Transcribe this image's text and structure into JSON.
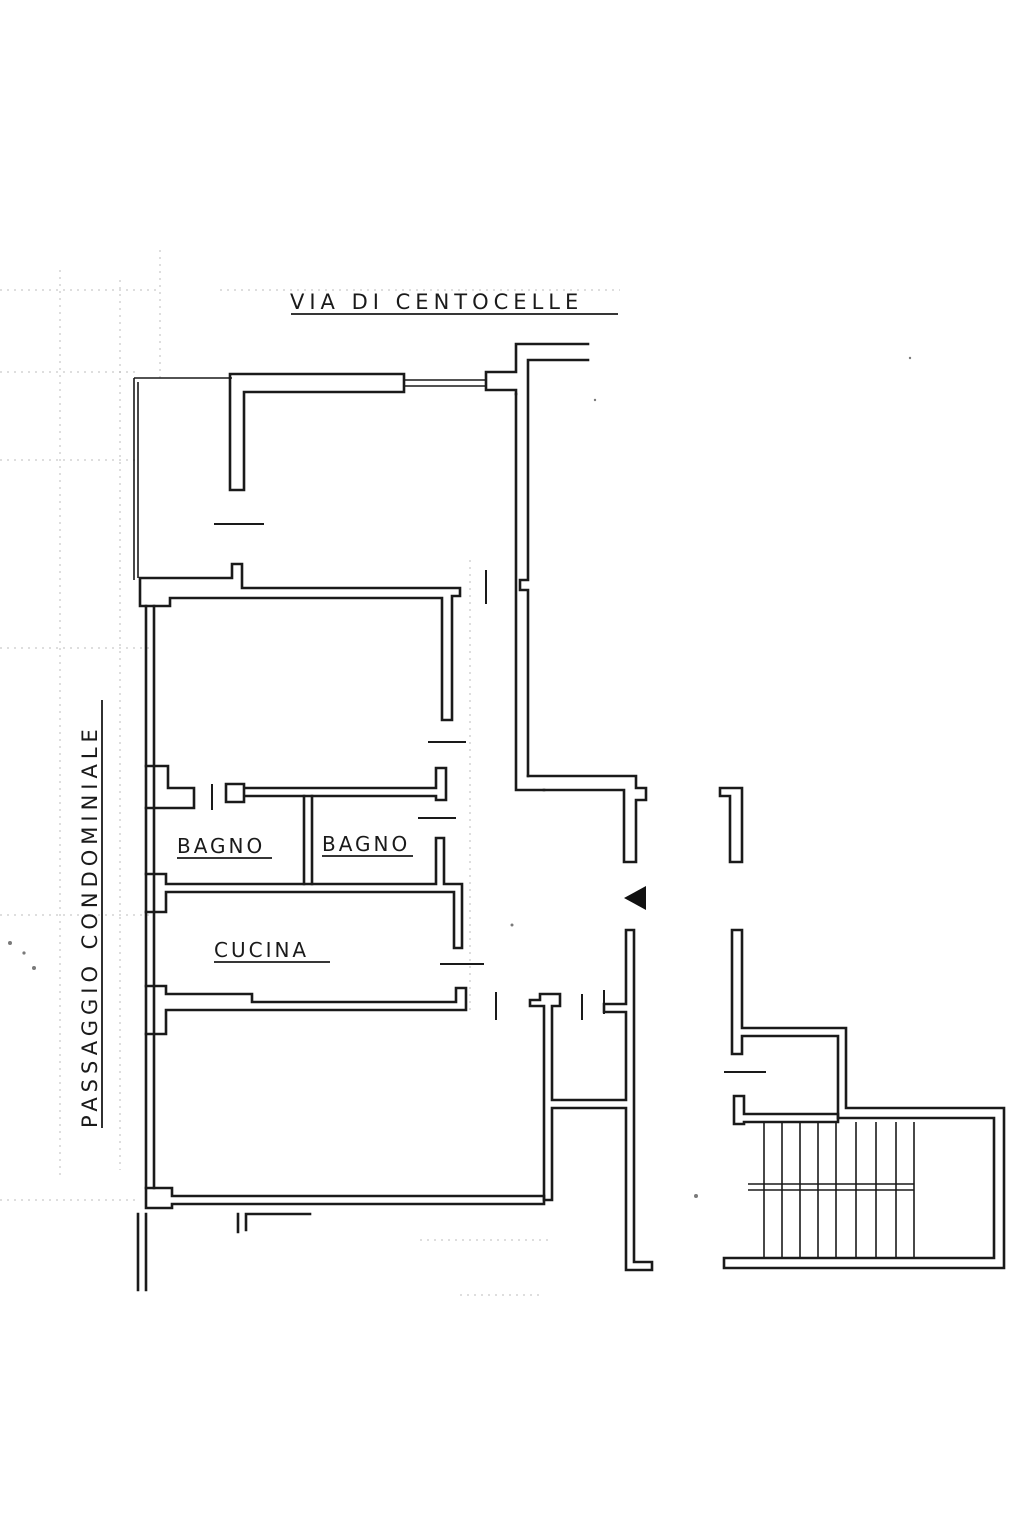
{
  "street_label": "VIA DI CENTOCELLE",
  "passage_label": "PASSAGGIO   CONDOMINIALE",
  "rooms": {
    "bagno_1": "BAGNO",
    "bagno_2": "BAGNO",
    "cucina": "CUCINA"
  },
  "icons": {
    "entrance": "entrance-arrow-icon"
  }
}
